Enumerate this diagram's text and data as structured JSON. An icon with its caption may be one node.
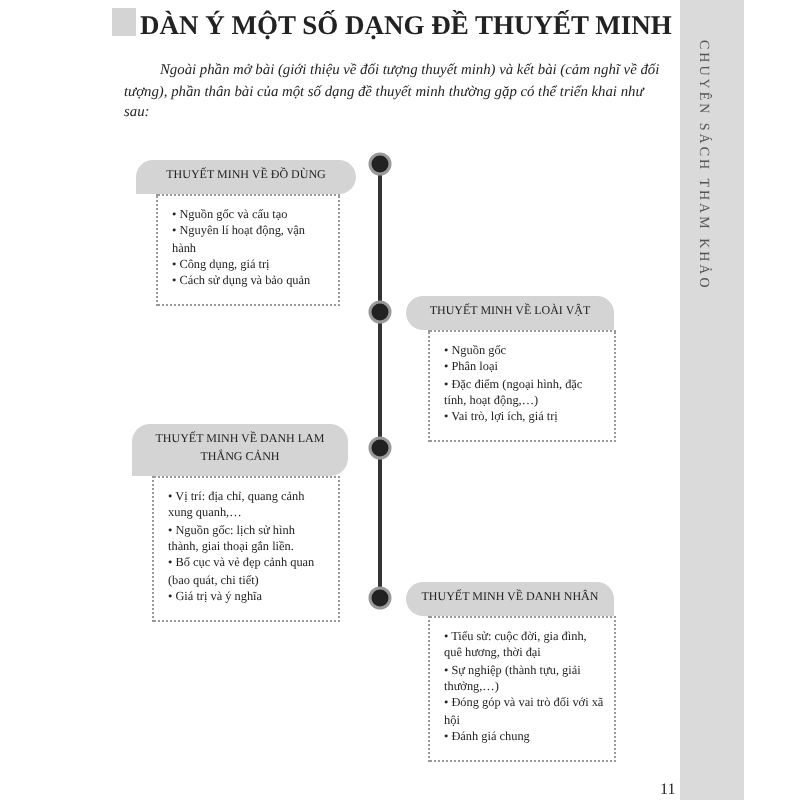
{
  "diagram": {
    "title": "DÀN Ý MỘT SỐ DẠNG ĐỀ THUYẾT MINH",
    "nodes": [
      {
        "text": [
          "THUYẾT MINH VỀ ĐỒ DÙNG"
        ]
      },
      {
        "text": [
          "• Nguồn gốc và cấu tạo",
          "• Nguyên lí hoạt động, vận hành",
          "• Công dụng, giá trị",
          "• Cách sử dụng và bảo quản"
        ]
      },
      {
        "text": [
          "THUYẾT MINH VỀ LOÀI VẬT"
        ]
      },
      {
        "text": [
          "• Nguồn gốc",
          "• Phân loại",
          "• Đặc điểm (ngoại hình, đặc tính, hoạt động,…)",
          "• Vai trò, lợi ích, giá trị"
        ]
      },
      {
        "text": [
          "THUYẾT MINH VỀ DANH LAM THẮNG CẢNH"
        ]
      },
      {
        "text": [
          "• Vị trí: địa chỉ, quang cảnh xung quanh,…",
          "• Nguồn gốc: lịch sử hình thành, giai thoại gắn liền.",
          "• Bố cục và vẻ đẹp cảnh quan (bao quát, chi tiết)",
          "• Giá trị và ý nghĩa"
        ]
      },
      {
        "text": [
          "THUYẾT MINH VỀ DANH NHÂN"
        ]
      },
      {
        "text": [
          "• Tiểu sử: cuộc đời, gia đình, quê hương, thời đại",
          "• Sự nghiệp (thành tựu, giải thưởng,…)",
          "• Đóng góp và vai trò đối với xã hội",
          "• Đánh giá chung"
        ]
      }
    ],
    "labels": [
      "Ngoài phần mở bài (giới thiệu về đối tượng thuyết minh) và kết bài (cảm nghĩ về đối tượng), phần thân bài của một số dạng đề thuyết minh thường gặp có thể triển khai như sau:",
      "CHUYÊN SÁCH THAM KHẢO",
      "11"
    ]
  }
}
